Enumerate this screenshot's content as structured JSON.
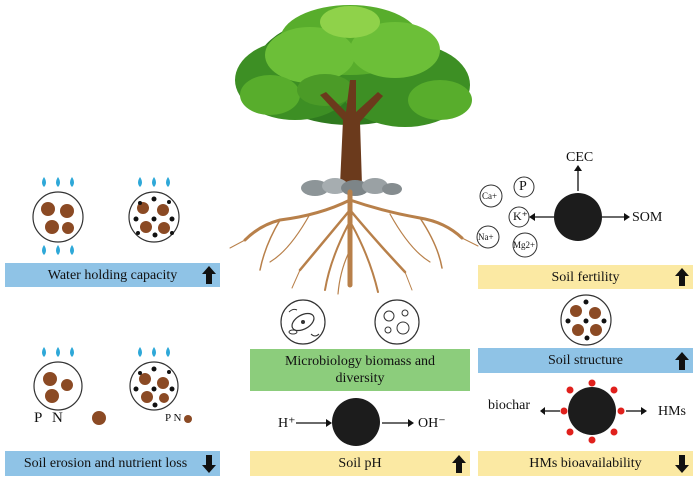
{
  "colors": {
    "blue_banner": "#8fc3e6",
    "yellow_banner": "#fbe9a3",
    "green_banner": "#8ccd7c",
    "soil_particle": "#8b4a24",
    "biochar": "#1c1c1c",
    "water_drop": "#2ea8d8",
    "heavy_metal": "#e0201c"
  },
  "left": {
    "water_label": "Water holding capacity",
    "erosion_label": "Soil erosion and nutrient loss",
    "erosion_before_p": "P",
    "erosion_before_n": "N",
    "erosion_after_pn": "P N"
  },
  "center": {
    "microbe_label": "Microbiology biomass and diversity",
    "ph_label": "Soil pH",
    "h_ion": "H⁺",
    "oh_ion": "OH⁻"
  },
  "right": {
    "cec": "CEC",
    "som": "SOM",
    "p": "P",
    "ca": "Ca+",
    "k": "K⁺",
    "na": "Na+",
    "mg": "Mg2+",
    "fertility_label": "Soil fertility",
    "structure_label": "Soil structure",
    "biochar": "biochar",
    "hms": "HMs",
    "hms_label": "HMs bioavailability"
  },
  "icons": {
    "up": "up-arrow-icon",
    "down": "down-arrow-icon"
  }
}
